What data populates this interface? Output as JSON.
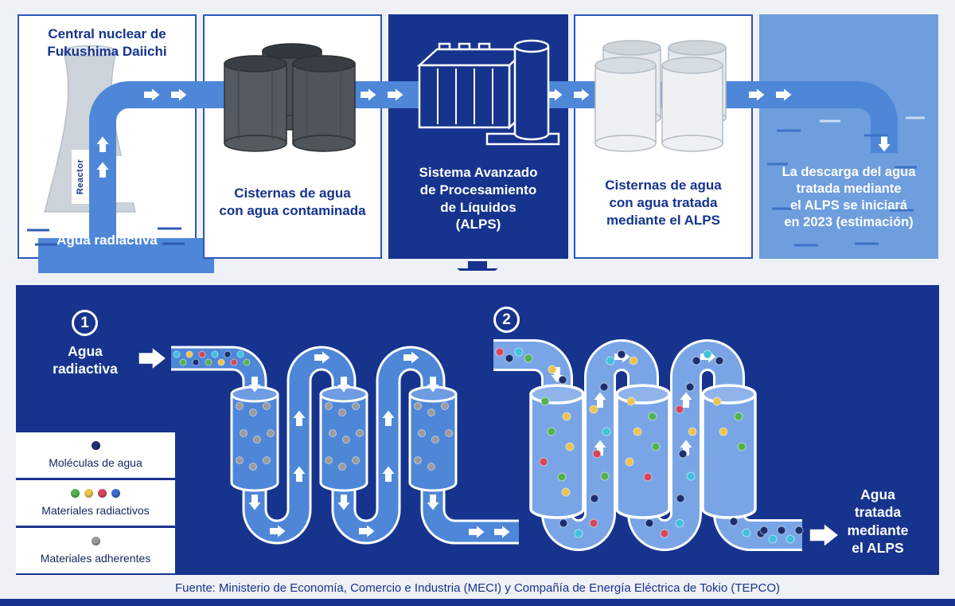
{
  "colors": {
    "page_bg": "#eef1f6",
    "dark_blue": "#16338e",
    "panel_border_blue": "#2b57bb",
    "pipe_blue": "#4e86d8",
    "stage2_pipe_blue": "#79a5e6",
    "discharge_panel_blue": "#6e9ede",
    "water_molecule_navy": "#1c2f6e",
    "radioactive_green": "#55b14e",
    "radioactive_yellow": "#ecc44d",
    "radioactive_red": "#d6455c",
    "radioactive_blue": "#3a6cd4",
    "tritium_cyan": "#3fc1dc",
    "adherent_gray": "#9b9b9b"
  },
  "top_row": {
    "panel1": {
      "title": "Central nuclear de\nFukushima Daiichi",
      "reactor_label": "Reactor",
      "water_label": "Agua radiactiva"
    },
    "panel2": {
      "caption": "Cisternas de agua\ncon agua contaminada"
    },
    "panel3": {
      "caption": "Sistema Avanzado\nde Procesamiento\nde Líquidos\n(ALPS)"
    },
    "panel4": {
      "caption": "Cisternas de agua\ncon agua tratada\nmediante el ALPS"
    },
    "panel5": {
      "caption": "La descarga del agua\ntratada mediante\nel ALPS se iniciará\nen 2023 (estimación)"
    }
  },
  "process": {
    "stage1": {
      "number": "1",
      "label": "Agua\nradiactiva"
    },
    "stage2": {
      "number": "2"
    },
    "output_label": "Agua\ntratada\nmediante\nel ALPS",
    "legend": [
      {
        "label": "Moléculas de agua",
        "dot_colors": [
          "#1c2f6e"
        ]
      },
      {
        "label": "Materiales radiactivos",
        "dot_colors": [
          "#55b14e",
          "#ecc44d",
          "#d6455c",
          "#3a6cd4"
        ]
      },
      {
        "label": "Materiales adherentes",
        "dot_colors": [
          "#9b9b9b"
        ]
      }
    ]
  },
  "diagram": {
    "stage1_entry_dots": "cgynrgcynrcg",
    "stage1_filter_dots": [
      "aaaaaaaaa",
      "aaaaaaaaa",
      "aaaaaaaa"
    ],
    "stage2_segments": {
      "entry": "rncg",
      "leg_a": "yn",
      "filter_a": "gygyrgy",
      "u1": "ncr",
      "up1": "ngrcyn",
      "t1": "cny",
      "filter_b": "ygygyr",
      "u2": "nrc",
      "up2": "ncnyrn",
      "t2": "ncn",
      "filter_c": "ygyg",
      "u3": "ncn",
      "exit": "ncncn"
    }
  },
  "footer": "Fuente: Ministerio de Economía, Comercio e Industria (MECI) y Compañía de Energía Eléctrica de Tokio (TEPCO)"
}
